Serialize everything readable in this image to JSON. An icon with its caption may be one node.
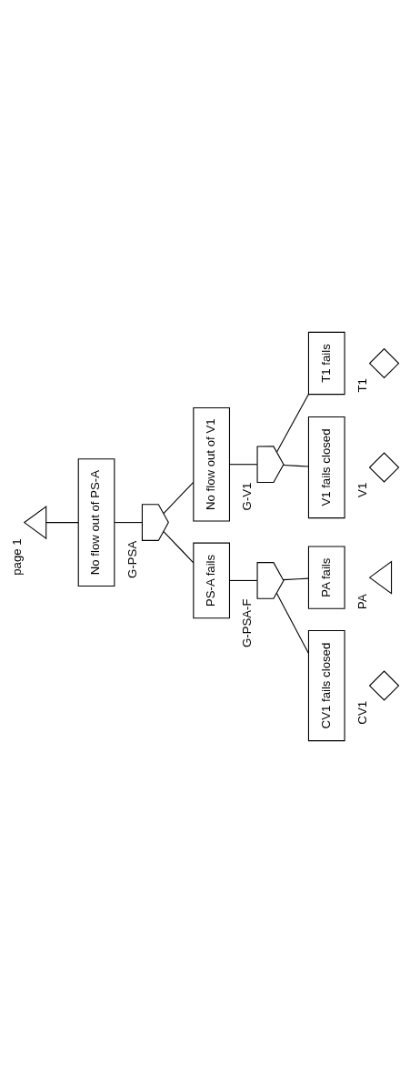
{
  "diagram": {
    "nodes": [
      {
        "text": [],
        "shape": "triangle",
        "beside": [
          "page 1"
        ]
      },
      {
        "text": [
          "No flow out of PS-A"
        ]
      },
      {
        "text": [],
        "shape": "gate",
        "beside": [
          "G-PSA"
        ]
      },
      {
        "text": [
          "PS-A fails"
        ]
      },
      {
        "text": [],
        "shape": "gate",
        "beside": [
          "G-PSA-F"
        ]
      },
      {
        "text": [
          "CV1 fails closed"
        ]
      },
      {
        "text": [],
        "shape": "diamond",
        "beside": [
          "CV1"
        ]
      },
      {
        "text": [
          "PA fails"
        ]
      },
      {
        "text": [],
        "shape": "triangle",
        "beside": [
          "PA"
        ]
      },
      {
        "text": [
          "No flow out of V1"
        ]
      },
      {
        "text": [],
        "shape": "gate",
        "beside": [
          "G-V1"
        ]
      },
      {
        "text": [
          "V1 fails closed"
        ]
      },
      {
        "text": [],
        "shape": "diamond",
        "beside": [
          "V1"
        ]
      },
      {
        "text": [
          "T1 fails"
        ]
      },
      {
        "text": [],
        "shape": "diamond",
        "beside": [
          "T1"
        ]
      }
    ],
    "edges": [
      {
        "from": 0,
        "to": 1,
        "arrow": "none"
      },
      {
        "from": 1,
        "to": 2,
        "arrow": "none"
      },
      {
        "from": 2,
        "to": 3,
        "arrow": "none"
      },
      {
        "from": 2,
        "to": 9,
        "arrow": "none"
      },
      {
        "from": 3,
        "to": 4,
        "arrow": "none"
      },
      {
        "from": 4,
        "to": 5,
        "arrow": "none"
      },
      {
        "from": 4,
        "to": 7,
        "arrow": "none"
      },
      {
        "from": 9,
        "to": 10,
        "arrow": "none"
      },
      {
        "from": 10,
        "to": 11,
        "arrow": "none"
      },
      {
        "from": 10,
        "to": 13,
        "arrow": "none"
      }
    ]
  }
}
